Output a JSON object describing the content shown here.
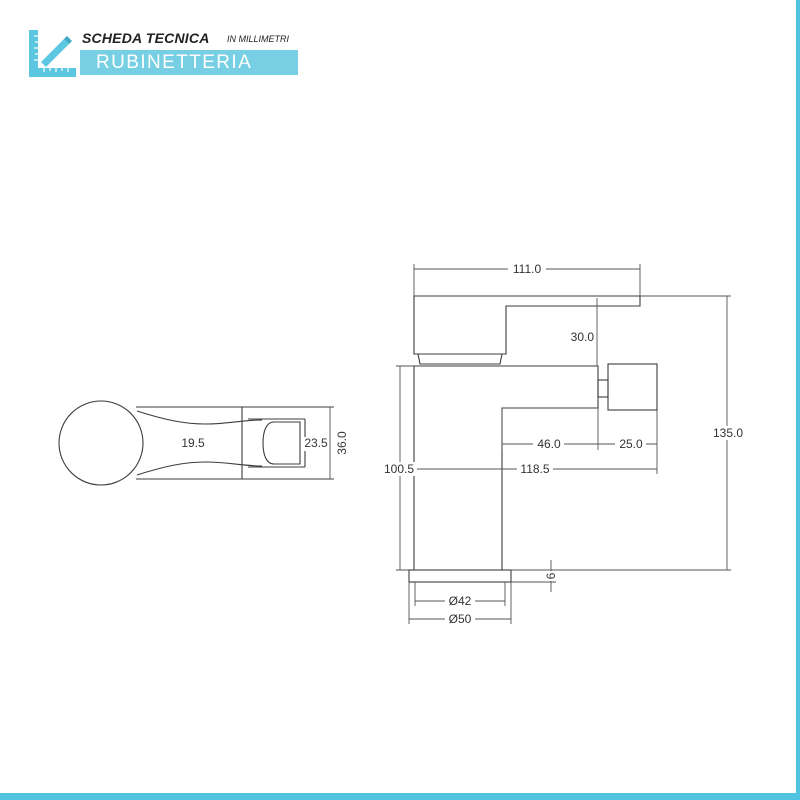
{
  "header": {
    "title": "SCHEDA TECNICA",
    "unit_note": "IN MILLIMETRI",
    "category": "RUBINETTERIA",
    "logo_icon": "ruler-pencil-icon"
  },
  "colors": {
    "accent": "#4fc3df",
    "category_box": "#76cfe3",
    "line": "#3c3c3c"
  },
  "dimensions": {
    "top_view": {
      "neck_width": "19.5",
      "knob_width": "23.5",
      "overall_width": "36.0"
    },
    "side_view": {
      "lever_length": "111.0",
      "lever_to_body": "30.0",
      "total_height": "135.0",
      "body_height": "100.5",
      "spout_reach": "46.0",
      "knob_depth": "25.0",
      "overall_depth": "118.5",
      "base_height": "6",
      "base_inner_diameter": "Ø42",
      "base_outer_diameter": "Ø50"
    }
  }
}
